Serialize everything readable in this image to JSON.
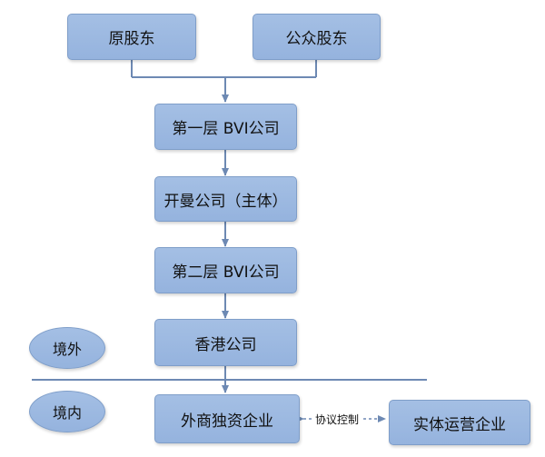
{
  "nodes": {
    "original_shareholders": "原股东",
    "public_shareholders": "公众股东",
    "bvi_layer1": "第一层 BVI公司",
    "kaiman_company": "开曼公司（主体）",
    "bvi_layer2": "第二层 BVI公司",
    "hongkong_company": "香港公司",
    "wfoe": "外商独资企业",
    "operating_entity": "实体运营企业"
  },
  "regions": {
    "offshore": "境外",
    "onshore": "境内"
  },
  "relations": {
    "agreement_control": "协议控制"
  },
  "colors": {
    "box_fill": "#9db9e1",
    "box_border": "#7f9ec9",
    "line": "#6d89b3"
  }
}
